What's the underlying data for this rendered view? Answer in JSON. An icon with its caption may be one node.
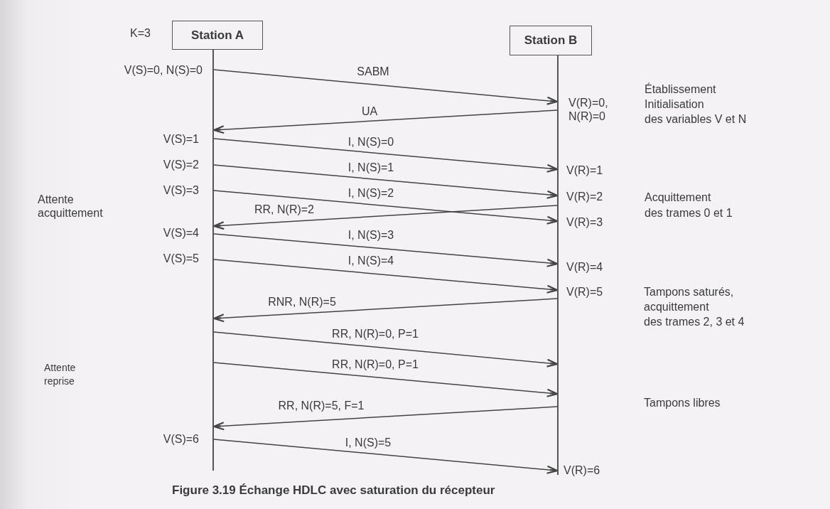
{
  "diagram": {
    "caption": "Figure 3.19 Échange HDLC avec saturation du récepteur",
    "nodes": [
      {
        "text": [
          "Station A"
        ]
      },
      {
        "text": [
          "Station B"
        ]
      },
      {
        "text": [],
        "shape": "bar"
      },
      {
        "text": [],
        "shape": "bar"
      }
    ],
    "edges": [
      {
        "from": 2,
        "to": 3,
        "arrow": "to",
        "label": "SABM"
      },
      {
        "from": 3,
        "to": 2,
        "arrow": "to",
        "label": "UA"
      },
      {
        "from": 2,
        "to": 3,
        "arrow": "to",
        "label": "I, N(S)=0"
      },
      {
        "from": 2,
        "to": 3,
        "arrow": "to",
        "label": "I, N(S)=1"
      },
      {
        "from": 2,
        "to": 3,
        "arrow": "to",
        "label": "I, N(S)=2"
      },
      {
        "from": 3,
        "to": 2,
        "arrow": "to",
        "label": "RR, N(R)=2"
      },
      {
        "from": 2,
        "to": 3,
        "arrow": "to",
        "label": "I, N(S)=3"
      },
      {
        "from": 2,
        "to": 3,
        "arrow": "to",
        "label": "I, N(S)=4"
      },
      {
        "from": 3,
        "to": 2,
        "arrow": "to",
        "label": "RNR, N(R)=5"
      },
      {
        "from": 2,
        "to": 3,
        "arrow": "to",
        "label": "RR, N(R)=0, P=1"
      },
      {
        "from": 2,
        "to": 3,
        "arrow": "to",
        "label": "RR, N(R)=0, P=1"
      },
      {
        "from": 3,
        "to": 2,
        "arrow": "to",
        "label": "RR, N(R)=5, F=1"
      },
      {
        "from": 2,
        "to": 3,
        "arrow": "to",
        "label": "I, N(S)=5"
      }
    ],
    "labels": [
      "K=3",
      "V(S)=0, N(S)=0",
      "Établissement",
      "V(R)=0, N(R)=0",
      "Initialisation",
      "des variables V et N",
      "V(S)=1",
      "V(S)=2",
      "V(R)=1",
      "V(S)=3",
      "V(R)=2",
      "Acquittement",
      "Attente acquittement",
      "V(R)=3",
      "des trames 0 et 1",
      "V(S)=4",
      "V(S)=5",
      "V(R)=4",
      "V(R)=5",
      "Tampons saturés,",
      "acquittement",
      "des trames 2, 3 et 4",
      "Attente reprise",
      "Tampons libres",
      "V(S)=6",
      "V(R)=6"
    ]
  }
}
